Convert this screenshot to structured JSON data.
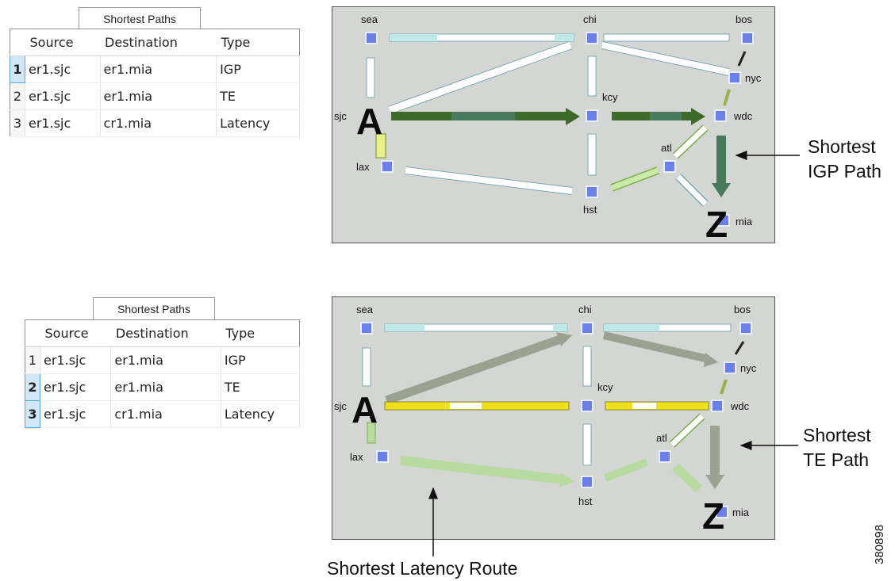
{
  "table_title": "Shortest Paths",
  "columns": [
    "Source",
    "Destination",
    "Type"
  ],
  "rows": [
    {
      "index": "1",
      "source": "er1.sjc",
      "destination": "er1.mia",
      "type": "IGP"
    },
    {
      "index": "2",
      "source": "er1.sjc",
      "destination": "er1.mia",
      "type": "TE"
    },
    {
      "index": "3",
      "source": "er1.sjc",
      "destination": "cr1.mia",
      "type": "Latency"
    }
  ],
  "node_labels": {
    "sea": "sea",
    "chi": "chi",
    "bos": "bos",
    "nyc": "nyc",
    "kcy": "kcy",
    "sjc": "sjc",
    "wdc": "wdc",
    "atl": "atl",
    "lax": "lax",
    "hst": "hst",
    "mia": "mia"
  },
  "source_marker": "A",
  "destination_marker": "Z",
  "callouts": {
    "igp": [
      "Shortest",
      "IGP Path"
    ],
    "te": [
      "Shortest",
      "TE Path"
    ],
    "latency": "Shortest Latency Route"
  },
  "figure_id": "380898",
  "colors": {
    "igp_path": "#3f6b2a",
    "igp_path_alt": "#4a7a5c",
    "te_path": "#9aa291",
    "latency_path": "#b7dba0",
    "light_link": "#ffffff",
    "cyan_link": "#bfe8ea",
    "yellow_link": "#f0e01c",
    "node": "#6b80e8",
    "panel_bg": "#d4d6d3"
  }
}
